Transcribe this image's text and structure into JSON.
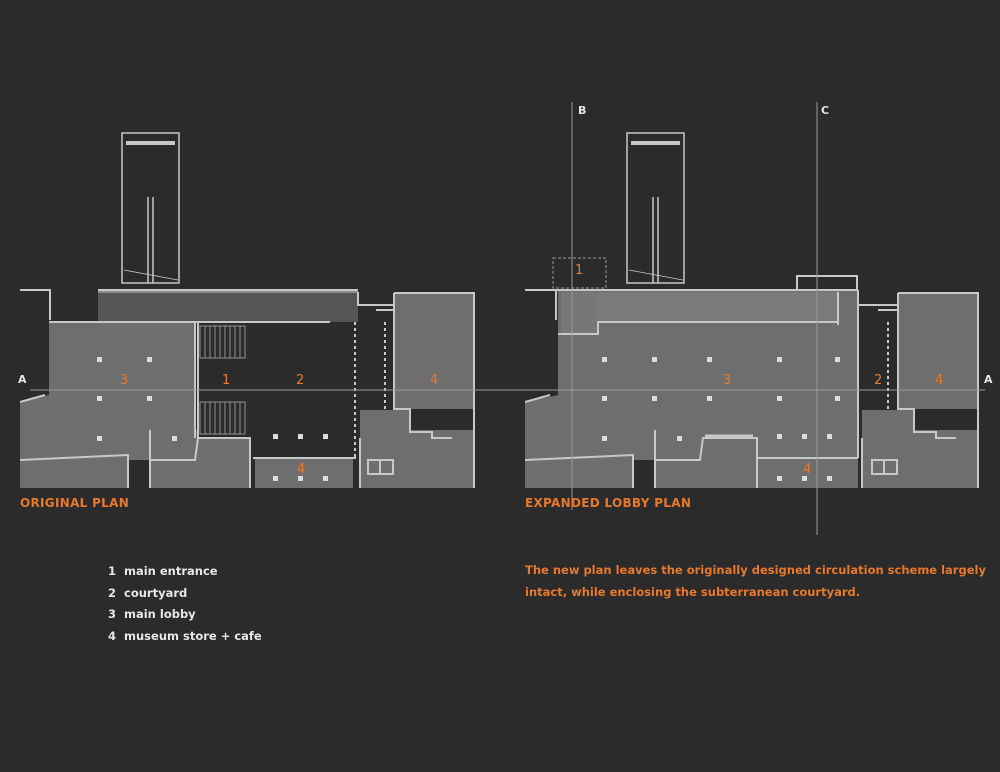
{
  "plans": {
    "original_title": "ORIGINAL PLAN",
    "expanded_title": "EXPANDED LOBBY PLAN"
  },
  "section_lines": {
    "a_left": "A",
    "a_right": "A",
    "b": "B",
    "c": "C"
  },
  "original_labels": [
    "3",
    "1",
    "2",
    "4",
    "4"
  ],
  "expanded_labels": [
    "1",
    "3",
    "2",
    "4",
    "4"
  ],
  "legend": [
    {
      "num": "1",
      "text": "main entrance"
    },
    {
      "num": "2",
      "text": "courtyard"
    },
    {
      "num": "3",
      "text": "main lobby"
    },
    {
      "num": "4",
      "text": "museum store + cafe"
    }
  ],
  "note": "The new plan leaves the originally designed circulation scheme largely intact, while enclosing the subterranean courtyard.",
  "colors": {
    "background": "#2b2b2b",
    "floor": "#6e6e6e",
    "wall": "#c8c8c8",
    "accent": "#e8792c",
    "text": "#e6e6e6"
  }
}
